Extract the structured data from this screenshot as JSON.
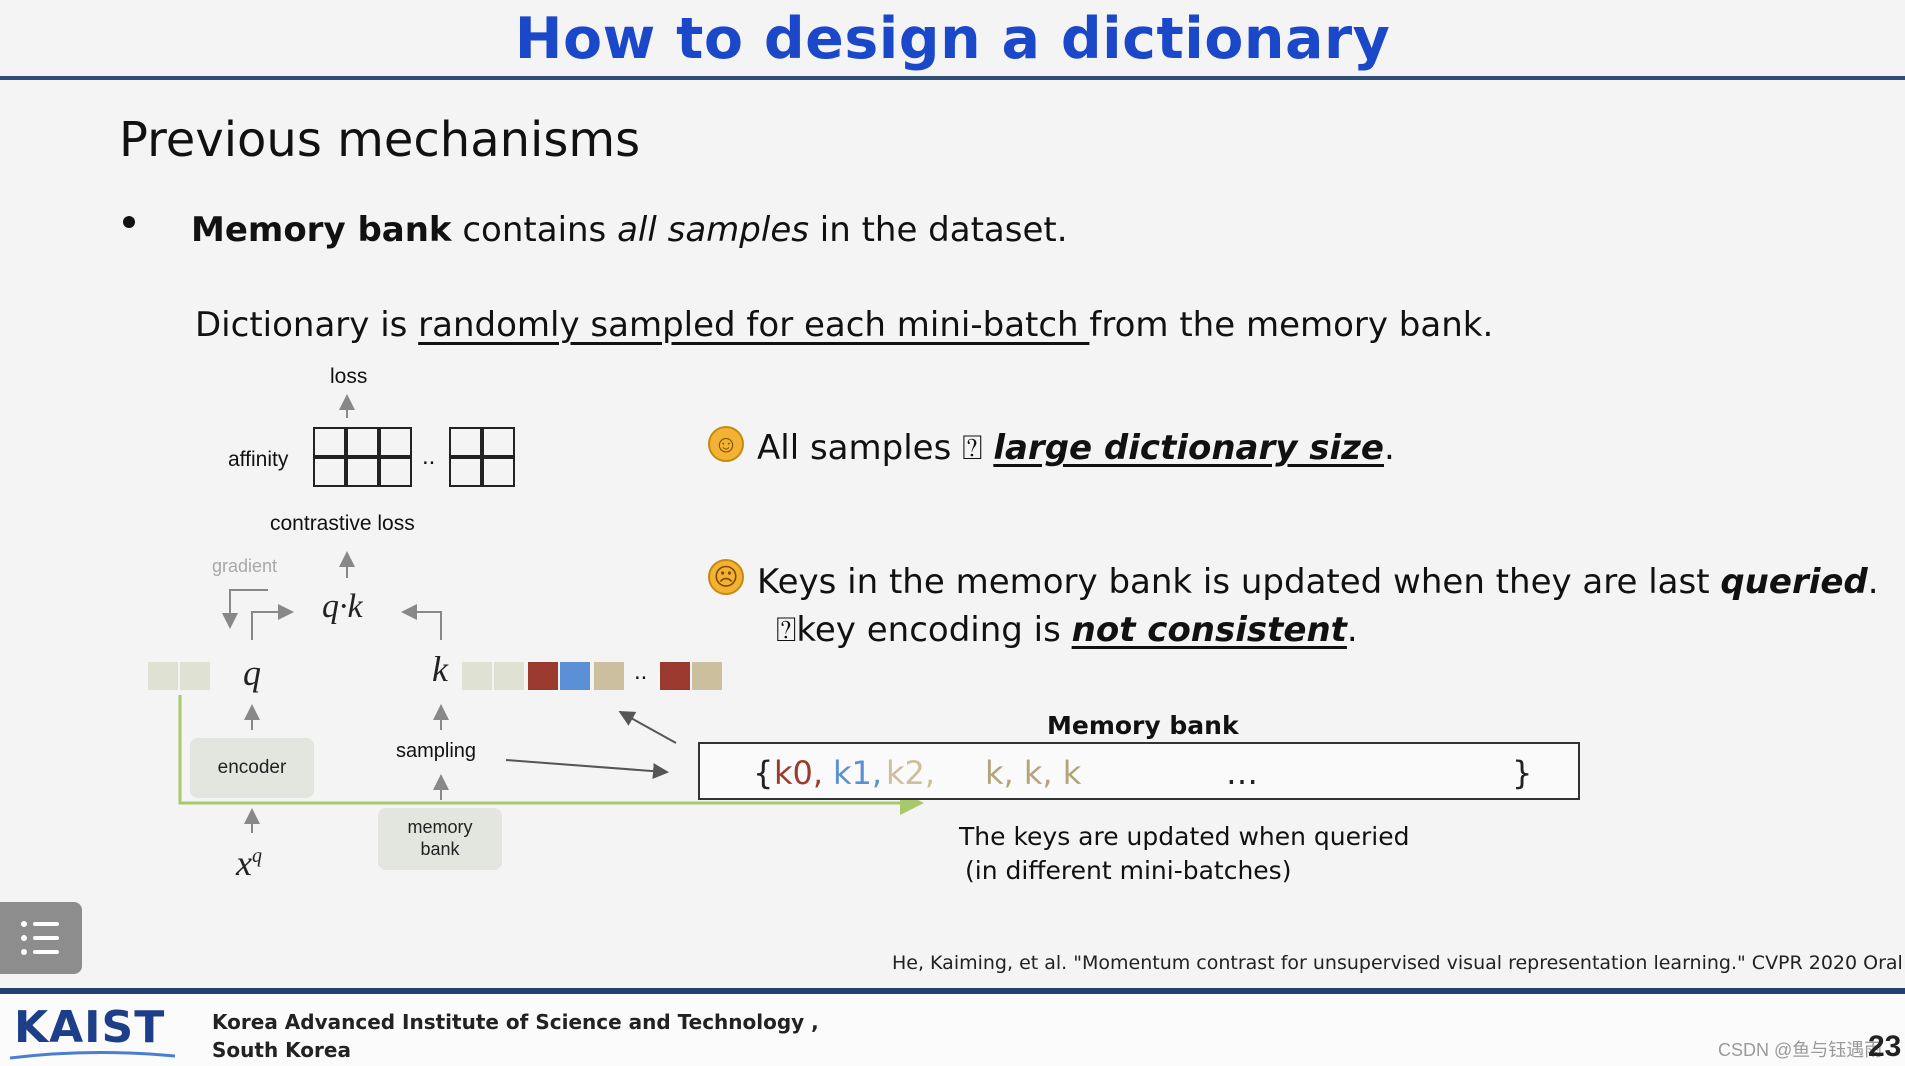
{
  "slide": {
    "title": "How to design a dictionary",
    "heading": "Previous mechanisms"
  },
  "bullet": {
    "bold": "Memory bank",
    "t1": " contains ",
    "italic": "all samples",
    "t2": " in the dataset."
  },
  "subline": {
    "t1": "Dictionary is ",
    "underlined": "randomly sampled for each mini-batch ",
    "t2": "from the memory bank."
  },
  "diagram": {
    "loss": "loss",
    "affinity": "affinity",
    "dots": "..",
    "contrastive_loss": "contrastive loss",
    "gradient": "gradient",
    "qk": "q·k",
    "q": "q",
    "k": "k",
    "xq": "x",
    "xq_sup": "q",
    "encoder": "encoder",
    "sampling": "sampling",
    "memory_bank_1": "memory",
    "memory_bank_2": "bank",
    "key_dots": "..",
    "colors": {
      "light": "#dfe2d3",
      "tan": "#cbbf9e",
      "red": "#9b3a2e",
      "blue": "#5b8fd6",
      "green_line": "#a7c86b"
    }
  },
  "points": {
    "p1_emoji": "☺",
    "p1_t1": "All samples ",
    "p1_arrow": "⍰",
    "p1_bold": "large dictionary size",
    "p1_t2": ".",
    "p2_emoji": "☹",
    "p2_t1": "Keys in the memory bank is updated when they are last ",
    "p2_bold": "queried",
    "p2_t2": ".",
    "p3_arrow": "⍰",
    "p3_t1": "key encoding is ",
    "p3_bold": "not consistent",
    "p3_t2": "."
  },
  "memory_bank": {
    "title": "Memory bank",
    "open": "{",
    "k0": "k0,",
    "k1": "k1,",
    "k2": "k2,",
    "kk": "k, k, k",
    "ellipsis": "…",
    "close": "}",
    "note1": "The keys are updated when queried",
    "note2": "(in different mini-batches)"
  },
  "citation": "He, Kaiming, et al. \"Momentum contrast for unsupervised visual representation learning.\" CVPR 2020 Oral",
  "footer": {
    "logo": "KAIST",
    "inst1": "Korea Advanced Institute of Science and Technology ,",
    "inst2": "South Korea",
    "watermark": "CSDN @鱼与钰遇雨",
    "page": "23"
  }
}
